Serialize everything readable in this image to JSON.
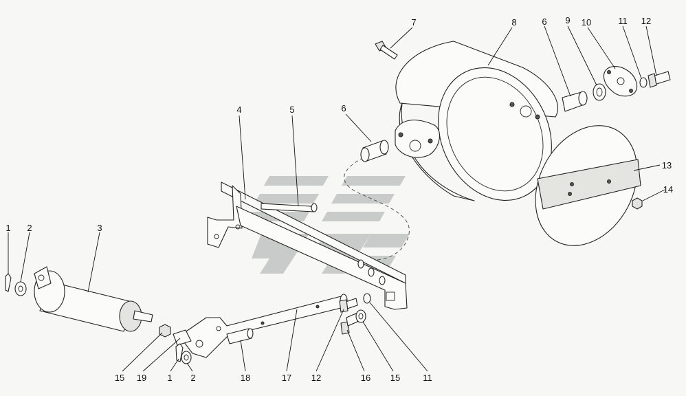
{
  "callouts": [
    {
      "id": "c1",
      "text": "1"
    },
    {
      "id": "c2",
      "text": "2"
    },
    {
      "id": "c3",
      "text": "3"
    },
    {
      "id": "c4",
      "text": "4"
    },
    {
      "id": "c5",
      "text": "5"
    },
    {
      "id": "c6a",
      "text": "6"
    },
    {
      "id": "c6b",
      "text": "6"
    },
    {
      "id": "c7",
      "text": "7"
    },
    {
      "id": "c8",
      "text": "8"
    },
    {
      "id": "c9",
      "text": "9"
    },
    {
      "id": "c10",
      "text": "10"
    },
    {
      "id": "c11a",
      "text": "11"
    },
    {
      "id": "c12a",
      "text": "12"
    },
    {
      "id": "c13",
      "text": "13"
    },
    {
      "id": "c14",
      "text": "14"
    },
    {
      "id": "c15a",
      "text": "15"
    },
    {
      "id": "c19",
      "text": "19"
    },
    {
      "id": "c1b",
      "text": "1"
    },
    {
      "id": "c2b",
      "text": "2"
    },
    {
      "id": "c18",
      "text": "18"
    },
    {
      "id": "c17",
      "text": "17"
    },
    {
      "id": "c12b",
      "text": "12"
    },
    {
      "id": "c16",
      "text": "16"
    },
    {
      "id": "c15b",
      "text": "15"
    },
    {
      "id": "c11b",
      "text": "11"
    }
  ]
}
